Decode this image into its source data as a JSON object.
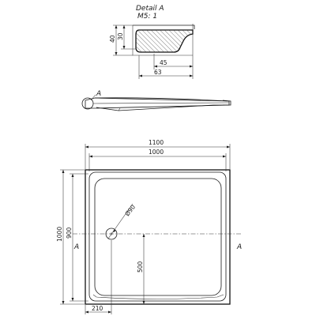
{
  "detail": {
    "title": "Detail  A",
    "scale": "M5: 1",
    "dim_height_outer": "40",
    "dim_height_inner": "30",
    "dim_width_inner": "45",
    "dim_width_outer": "63"
  },
  "side_view": {
    "callout": "A"
  },
  "plan": {
    "dim_outer_width": "1100",
    "dim_inner_width": "1000",
    "dim_outer_height": "1000",
    "dim_inner_height": "900",
    "dim_drain_diameter": "Ø90",
    "dim_drain_offset_y": "500",
    "dim_drain_offset_x": "210",
    "section_left": "A",
    "section_right": "A"
  }
}
